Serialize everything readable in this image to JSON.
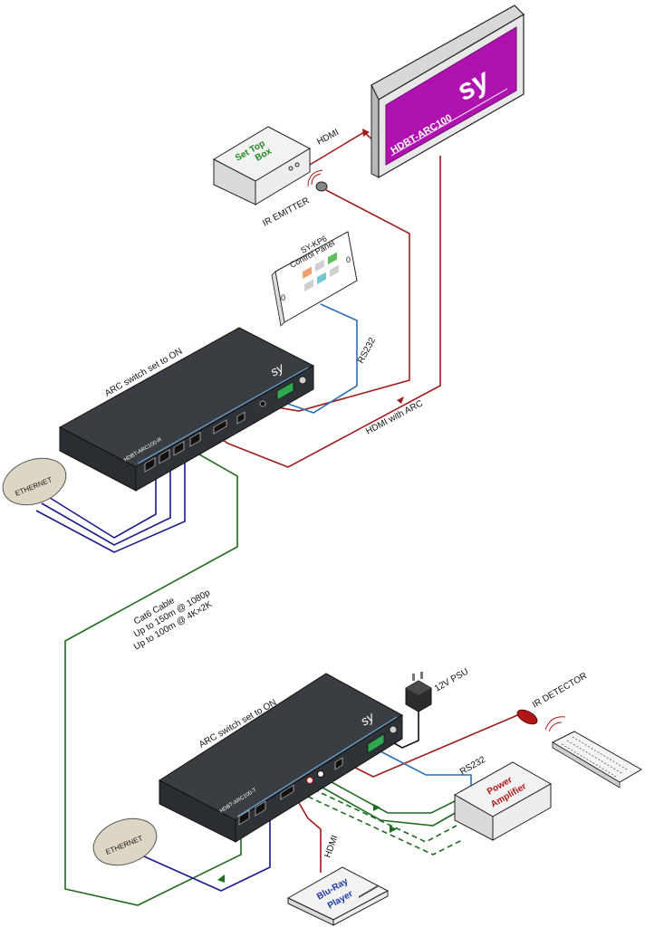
{
  "tv": {
    "model": "HDBT-ARC100",
    "logo": "sy"
  },
  "set_top_box": {
    "line1": "Set Top",
    "line2": "Box"
  },
  "ir_emitter": "IR EMITTER",
  "hdmi_tv_label": "HDMI",
  "control_panel": {
    "title1": "SY-KP6",
    "title2": "Control Panel"
  },
  "rs232_top": "RS232",
  "receiver": {
    "model": "HDBT-ARC100-R",
    "logo": "sy",
    "arc_label": "ARC switch set to ON",
    "hdmi_arc_label": "HDMI with ARC",
    "ethernet": "ETHERNET"
  },
  "cable_note": {
    "line1": "Cat6 Cable",
    "line2": "Up to 150m @ 1080p",
    "line3": "Up to 100m @ 4K×2K"
  },
  "transmitter": {
    "model": "HDBT-ARC100-T",
    "logo": "sy",
    "arc_label": "ARC switch set to ON",
    "ethernet": "ETHERNET"
  },
  "psu": "12V PSU",
  "ir_detector": "IR DETECTOR",
  "rs232_bottom": "RS232",
  "power_amp": {
    "line1": "Power",
    "line2": "Amplifier"
  },
  "hdmi_bluray_label": "HDMI",
  "bluray": {
    "line1": "Blu-Ray",
    "line2": "Player"
  },
  "colors": {
    "hdmi": "#a01c1c",
    "cat6": "#1f6b1f",
    "rs232": "#2a6fb4",
    "ethernet": "#1a1a8c",
    "tv_screen": "#b012b0",
    "brand_text": "#1f8a1f"
  }
}
